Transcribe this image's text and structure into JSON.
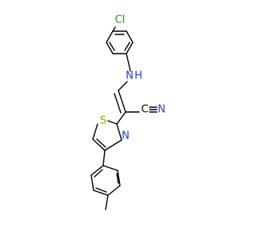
{
  "molecule": {
    "atoms": {
      "chlorine": "Cl",
      "amine": "N",
      "amine_hydrogen": "H",
      "nitrile_carbon": "C",
      "nitrile_nitrogen": "N",
      "thiazole_sulfur": "S",
      "thiazole_nitrogen": "N"
    },
    "colors": {
      "bond": "#000000",
      "chlorine": "#1fa01f",
      "nitrogen": "#1f3fd0",
      "sulfur": "#b0a000",
      "carbon": "#000000"
    }
  }
}
